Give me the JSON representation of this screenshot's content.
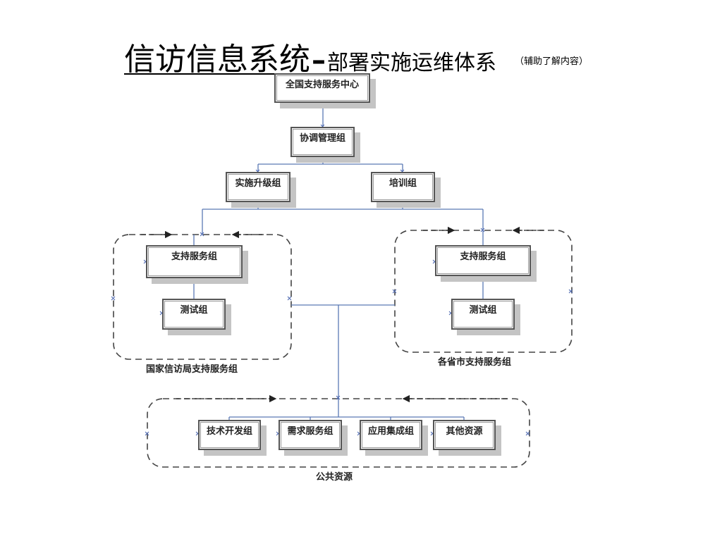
{
  "title": {
    "main": "信访信息系统",
    "dash": "–",
    "subtitle": "部署实施运维体系",
    "note": "（辅助了解内容）"
  },
  "nodes": {
    "national_center": "全国支持服务中心",
    "coordination": "协调管理组",
    "implementation_upgrade": "实施升级组",
    "training": "培训组",
    "national_support": "支持服务组",
    "national_test": "测试组",
    "province_support": "支持服务组",
    "province_test": "测试组",
    "tech_dev": "技术开发组",
    "requirements": "需求服务组",
    "app_integration": "应用集成组",
    "other_resources": "其他资源"
  },
  "groups": {
    "national_bureau": "国家信访局支持服务组",
    "provincial": "各省市支持服务组",
    "public_resources": "公共资源"
  },
  "colors": {
    "connector": "#5b79b5",
    "box_border": "#555555",
    "shadow": "#c4c4c4",
    "dashed": "#444444"
  }
}
